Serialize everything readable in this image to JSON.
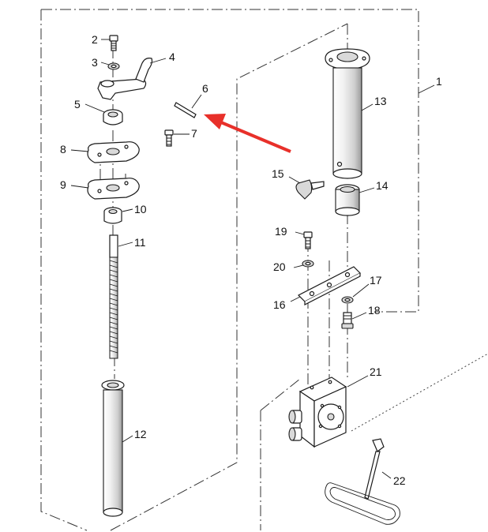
{
  "diagram": {
    "part_labels": [
      "1",
      "2",
      "3",
      "4",
      "5",
      "6",
      "7",
      "8",
      "9",
      "10",
      "11",
      "12",
      "13",
      "14",
      "15",
      "16",
      "17",
      "18",
      "19",
      "20",
      "21",
      "22"
    ],
    "arrow_color": "#e8302a"
  }
}
